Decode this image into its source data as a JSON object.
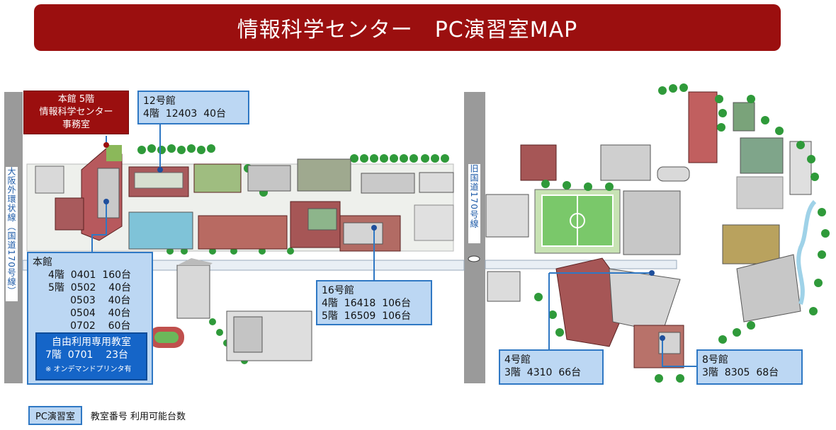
{
  "title": "情報科学センター　PC演習室MAP",
  "roads": {
    "left": "大阪外環状線（国道170号線）",
    "center": "旧国道170号線"
  },
  "hq_office": {
    "line1": "本館  5階",
    "line2": "情報科学センター",
    "line3": "事務室"
  },
  "building_12": {
    "name": "12号館",
    "rooms": [
      "4階  12403  40台"
    ]
  },
  "honkan": {
    "name": "本館",
    "rows": [
      "4階  0401  160台",
      "5階  0502    40台",
      "       0503    40台",
      "       0504    40台",
      "       0702    60台"
    ]
  },
  "free_room": {
    "title": "自由利用専用教室",
    "row": "7階  0701    23台",
    "note": "※ オンデマンドプリンタ有"
  },
  "building_16": {
    "name": "16号館",
    "rooms": [
      "4階  16418  106台",
      "5階  16509  106台"
    ]
  },
  "building_4": {
    "name": "4号館",
    "rooms": [
      "3階  4310  66台"
    ]
  },
  "building_8": {
    "name": "8号館",
    "rooms": [
      "3階  8305  68台"
    ]
  },
  "legend": {
    "swatch": "PC演習室",
    "text": "教室番号  利用可能台数"
  },
  "colors": {
    "title_bg": "#9b0f0f",
    "label_bg": "#bcd7f3",
    "label_border": "#2f78c4",
    "free_room_bg": "#1565c8",
    "road": "#9a9a9a"
  }
}
